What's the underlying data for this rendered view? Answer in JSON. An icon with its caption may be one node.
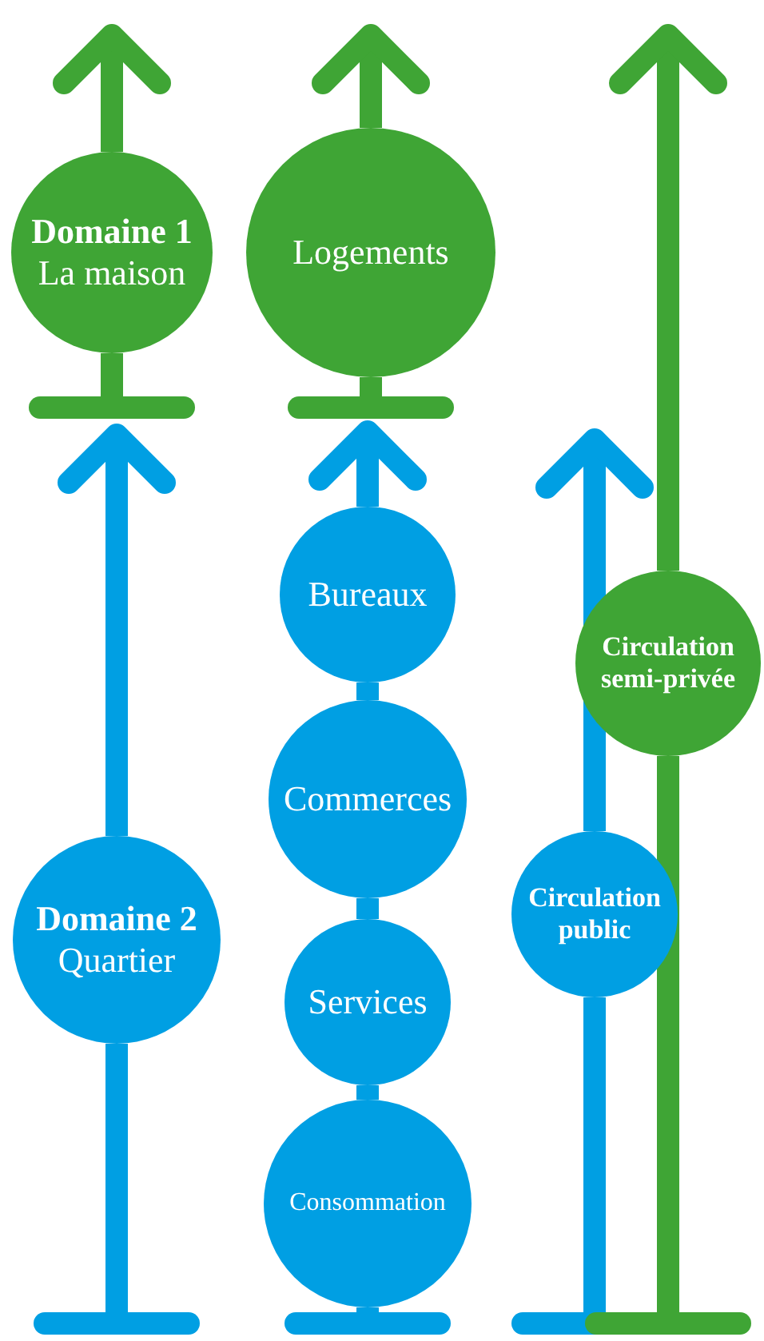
{
  "diagram": {
    "nodes": [
      {
        "text": [
          "Domaine 1",
          "La maison"
        ]
      },
      {
        "text": [
          "Logements"
        ]
      },
      {
        "text": [
          "Bureaux"
        ]
      },
      {
        "text": [
          "Commerces"
        ]
      },
      {
        "text": [
          "Services"
        ]
      },
      {
        "text": [
          "Consommation"
        ]
      },
      {
        "text": [
          "Domaine 2",
          "Quartier"
        ]
      },
      {
        "text": [
          "Circulation semi-privée"
        ]
      },
      {
        "text": [
          "Circulation public"
        ]
      }
    ],
    "edges": [
      {
        "from": 0,
        "to": null,
        "arrow": "to",
        "color": "#3fa535"
      },
      {
        "from": null,
        "to": 0,
        "arrow": "other",
        "color": "#3fa535"
      },
      {
        "from": 6,
        "to": 0,
        "arrow": "to"
      },
      {
        "from": null,
        "to": 6,
        "arrow": "other"
      },
      {
        "from": 1,
        "to": null,
        "arrow": "to",
        "color": "#3fa535"
      },
      {
        "from": null,
        "to": 1,
        "arrow": "other",
        "color": "#3fa535"
      },
      {
        "from": 2,
        "to": 1,
        "arrow": "to"
      },
      {
        "from": 3,
        "to": 2,
        "arrow": "none"
      },
      {
        "from": 4,
        "to": 3,
        "arrow": "none"
      },
      {
        "from": 5,
        "to": 4,
        "arrow": "none"
      },
      {
        "from": null,
        "to": 5,
        "arrow": "other"
      },
      {
        "from": 8,
        "to": null,
        "arrow": "to"
      },
      {
        "from": null,
        "to": 8,
        "arrow": "other"
      },
      {
        "from": 7,
        "to": null,
        "arrow": "to",
        "color": "#3fa535"
      },
      {
        "from": null,
        "to": 7,
        "arrow": "other",
        "color": "#3fa535"
      }
    ]
  }
}
